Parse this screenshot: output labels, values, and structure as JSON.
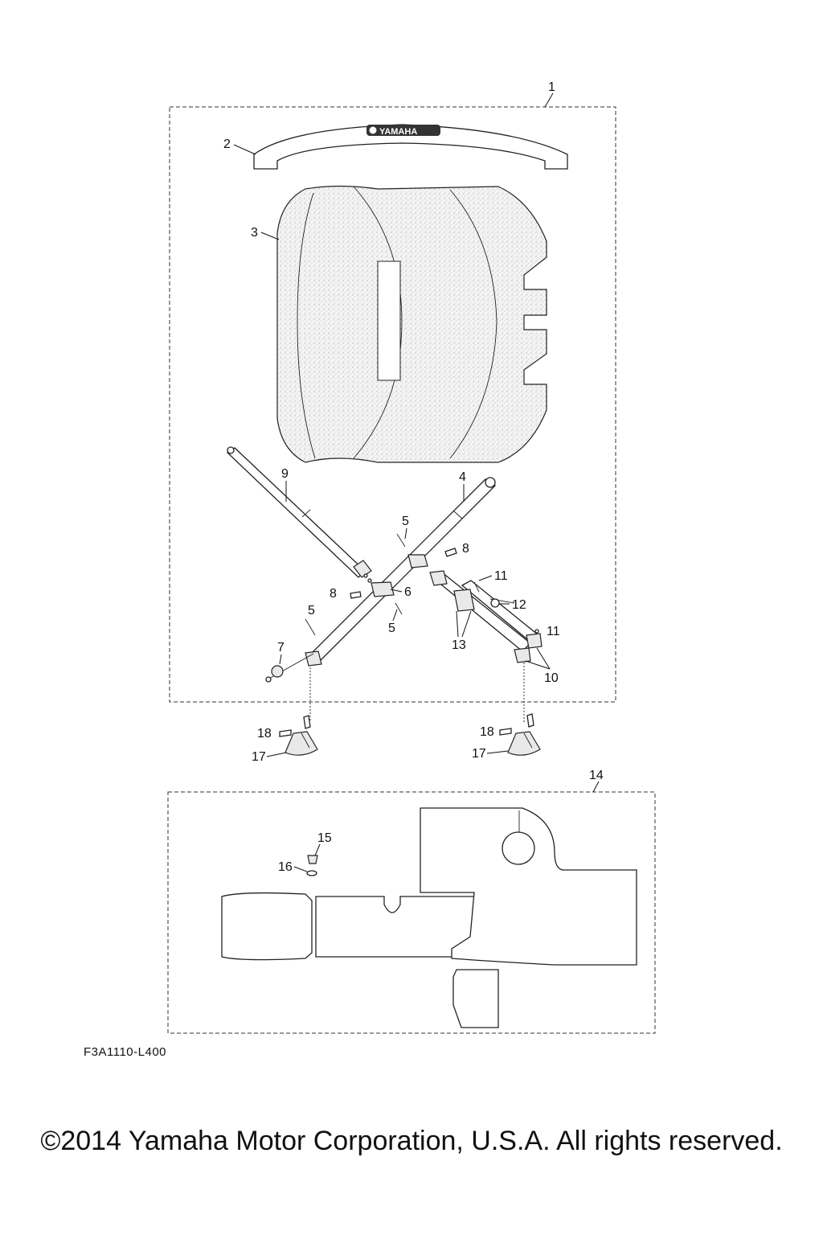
{
  "diagram": {
    "brand_text": "YAMAHA",
    "drawing_code": "F3A1110-L400",
    "copyright": "©2014 Yamaha Motor Corporation, U.S.A. All rights reserved.",
    "callouts": {
      "c1": "1",
      "c2": "2",
      "c3": "3",
      "c4": "4",
      "c5a": "5",
      "c5b": "5",
      "c5c": "5",
      "c6": "6",
      "c7": "7",
      "c8a": "8",
      "c8b": "8",
      "c9": "9",
      "c10": "10",
      "c11a": "11",
      "c11b": "11",
      "c12": "12",
      "c13": "13",
      "c14": "14",
      "c15": "15",
      "c16": "16",
      "c17a": "17",
      "c17b": "17",
      "c18a": "18",
      "c18b": "18"
    }
  }
}
